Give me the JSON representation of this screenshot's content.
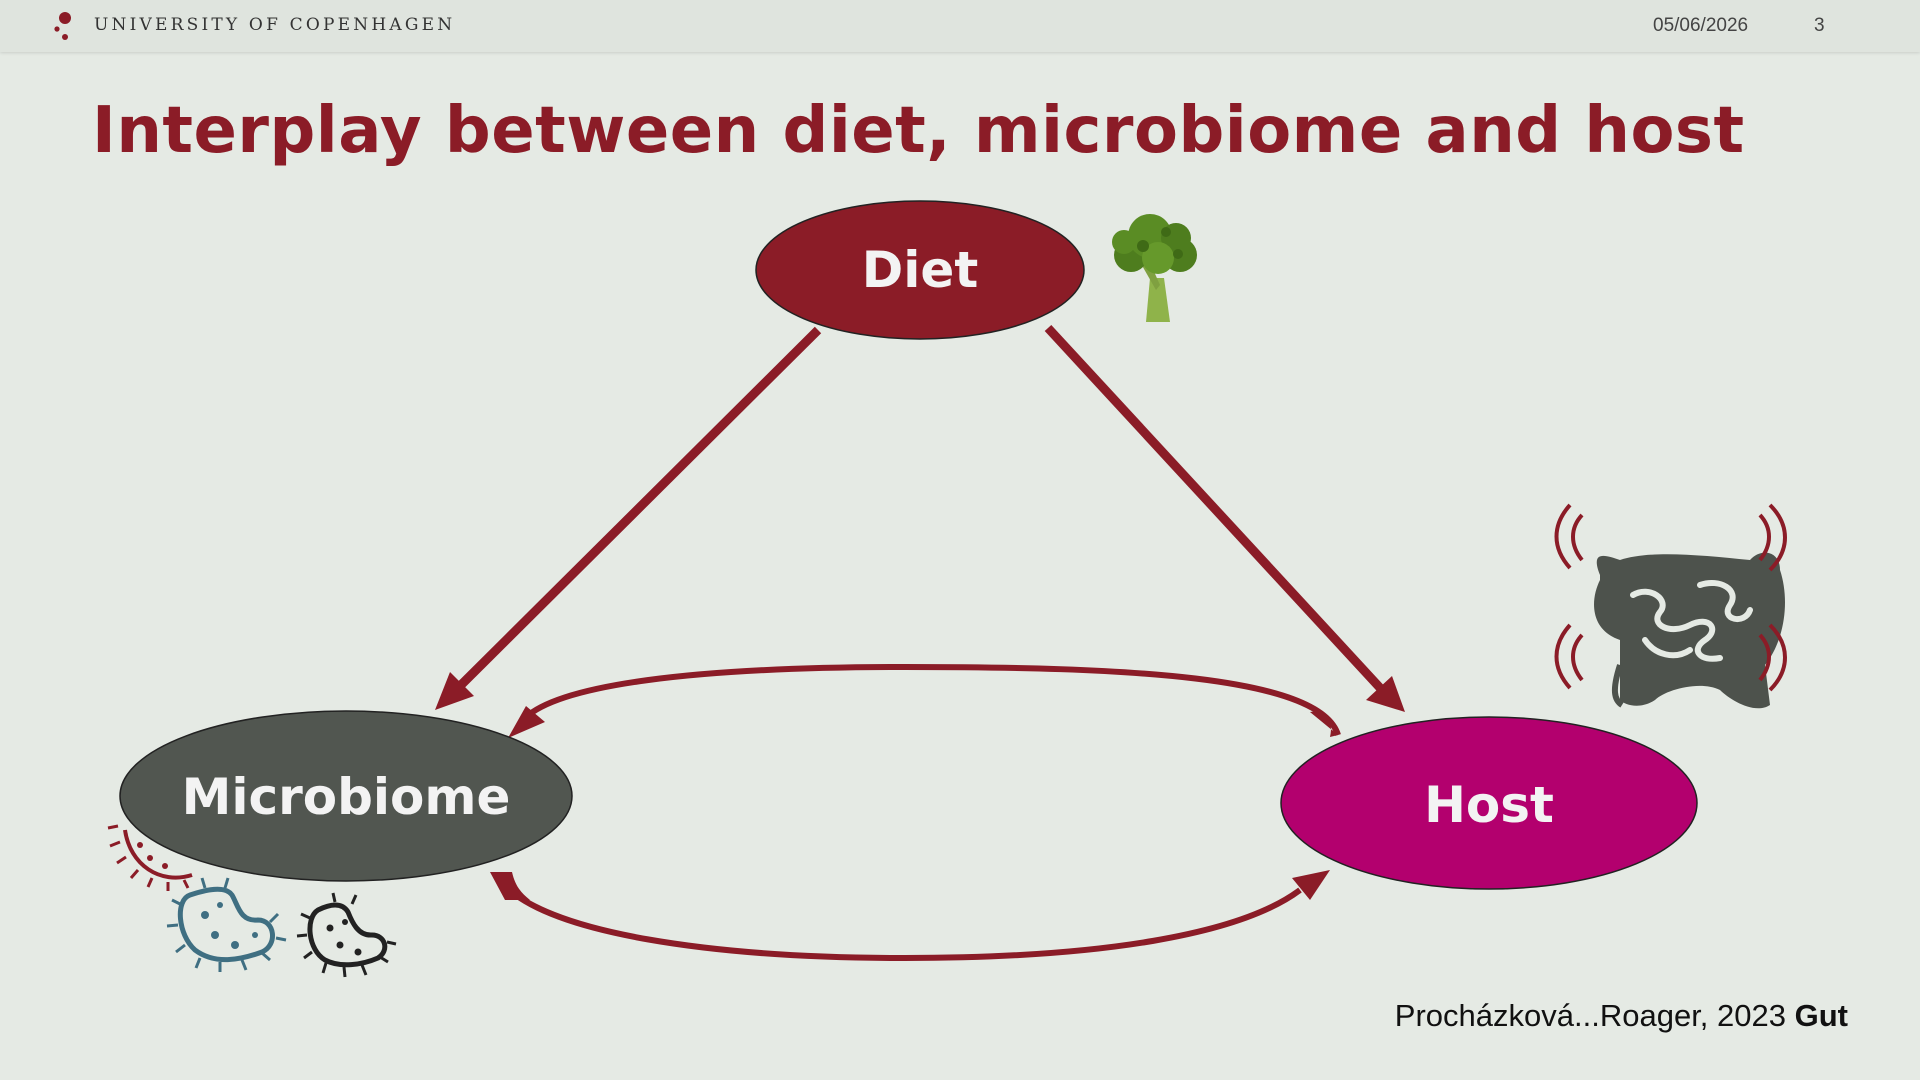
{
  "header": {
    "institution": "UNIVERSITY OF COPENHAGEN",
    "date": "05/06/2026",
    "page_number": "3"
  },
  "slide": {
    "title": "Interplay between diet, microbiome and host"
  },
  "diagram": {
    "nodes": {
      "diet": {
        "label": "Diet",
        "color": "#8b1c27"
      },
      "microbiome": {
        "label": "Microbiome",
        "color": "#515650"
      },
      "host": {
        "label": "Host",
        "color": "#b3006e"
      }
    },
    "arrow_color": "#8b1c27",
    "icons": [
      "broccoli-icon",
      "intestine-icon",
      "bacteria-icon"
    ]
  },
  "citation": {
    "authors": "Procházková...Roager, 2023",
    "journal": "Gut"
  },
  "colors": {
    "accent": "#8b1c27",
    "background": "#e5eae4"
  }
}
